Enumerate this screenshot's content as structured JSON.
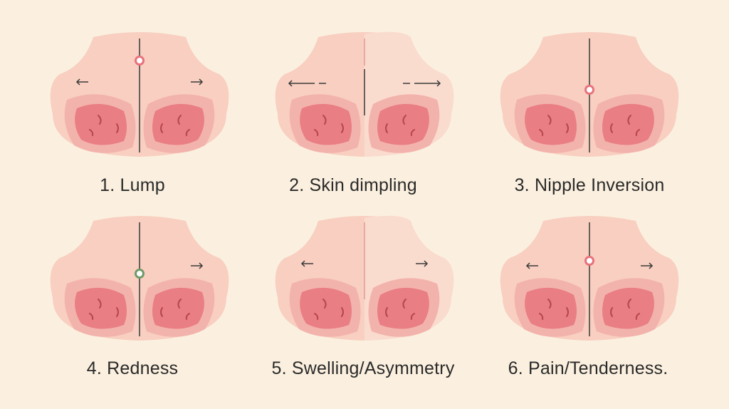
{
  "panels": [
    {
      "label": "1. Lump"
    },
    {
      "label": "2. Skin dimpling"
    },
    {
      "label": "3. Nipple Inversion"
    },
    {
      "label": "4. Redness"
    },
    {
      "label": "5. Swelling/Asymmetry"
    },
    {
      "label": "6. Pain/Tenderness."
    }
  ],
  "colors": {
    "background": "#fbf0df",
    "skin": "#f8cfc0",
    "skin_light": "#fadccf",
    "breast_outer": "#f3b3ad",
    "breast_inner": "#e97e84",
    "line": "#3a3a3a",
    "marker_pink": "#e8727c",
    "marker_green": "#6f9a6a"
  }
}
